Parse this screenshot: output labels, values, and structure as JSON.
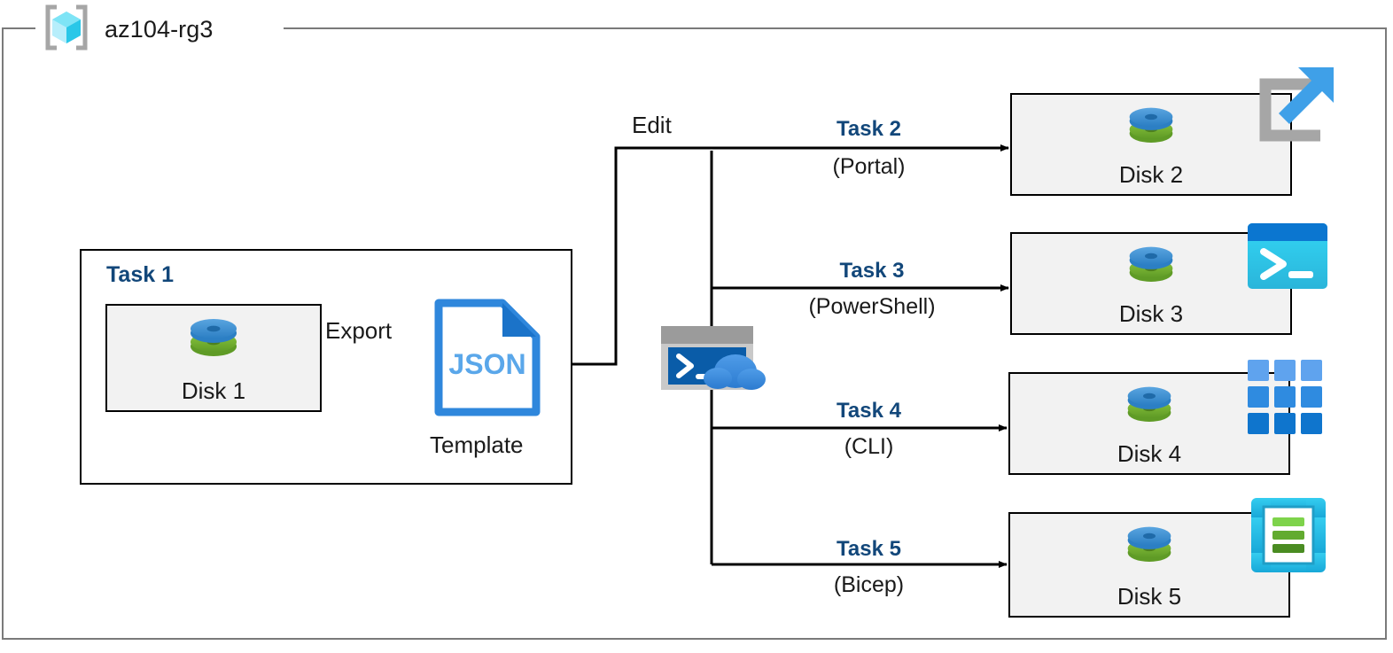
{
  "diagram": {
    "resource_group": {
      "name": "az104-rg3",
      "icon": "resource-group-cube-icon"
    },
    "task1": {
      "label": "Task 1",
      "disk": {
        "caption": "Disk 1",
        "icon": "managed-disk-icon"
      },
      "export_label": "Export",
      "template": {
        "file_type": "JSON",
        "caption": "Template",
        "icon": "json-file-icon"
      }
    },
    "edit_label": "Edit",
    "cloudshell": {
      "icon": "cloud-shell-icon"
    },
    "branches": [
      {
        "task": "Task 2",
        "tool": "(Portal)",
        "disk_caption": "Disk 2",
        "disk_icon": "managed-disk-icon",
        "tool_icon": "azure-portal-icon"
      },
      {
        "task": "Task 3",
        "tool": "(PowerShell)",
        "disk_caption": "Disk 3",
        "disk_icon": "managed-disk-icon",
        "tool_icon": "powershell-icon"
      },
      {
        "task": "Task 4",
        "tool": "(CLI)",
        "disk_caption": "Disk 4",
        "disk_icon": "managed-disk-icon",
        "tool_icon": "azure-cli-icon"
      },
      {
        "task": "Task 5",
        "tool": "(Bicep)",
        "disk_caption": "Disk 5",
        "disk_icon": "managed-disk-icon",
        "tool_icon": "bicep-icon"
      }
    ],
    "colors": {
      "task_label_blue": "#12477a",
      "disk_blue": "#3b8fd4",
      "disk_green": "#73b03a",
      "json_blue": "#2f87dc",
      "json_text_blue": "#5aa7ea",
      "portal_gray": "#a6a6a6",
      "portal_arrow_blue": "#3fa0e8",
      "powershell_cyan": "#2fd0f0",
      "powershell_header": "#0b76d0",
      "cli_blue": "#1f7fd4",
      "bicep_cyan": "#2ec4e8",
      "bicep_green_light": "#7ed34b",
      "bicep_green_dark": "#4a8c22",
      "box_fill": "#f2f2f2",
      "box_stroke": "#000000",
      "container_stroke": "#7a7a7a",
      "cube_cyan_light": "#9de8f7",
      "cube_cyan_dark": "#29c7e8",
      "cloudshell_frame": "#c9c9c9",
      "cloudshell_titlebar": "#9b9b9b",
      "cloudshell_screen": "#0a5ca8",
      "cloudshell_cloud": "#3c8fe0"
    }
  }
}
